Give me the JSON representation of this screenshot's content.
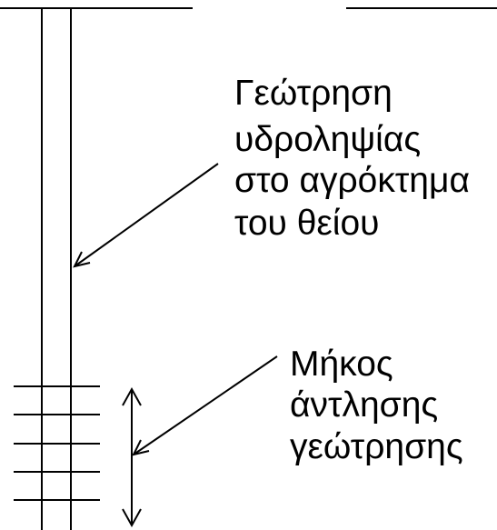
{
  "labels": {
    "borehole": {
      "lines": [
        "Γεώτρηση",
        "υδροληψίας",
        "στο αγρόκτημα",
        "του θείου"
      ]
    },
    "pumping_length": {
      "lines": [
        "Μήκος",
        "άντλησης",
        "γεώτρησης"
      ]
    }
  },
  "colors": {
    "line": "#000000",
    "text": "#000000",
    "background": "#ffffff"
  }
}
